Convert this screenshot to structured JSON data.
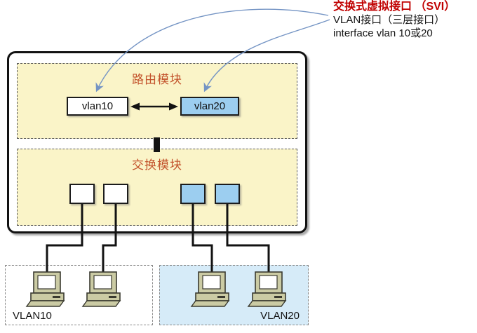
{
  "annotation": {
    "title": "交换式虚拟接口 （SVI）",
    "subtitle": "VLAN接口（三层接口）",
    "command": "interface vlan 10或20"
  },
  "switch": {
    "routing_module_label": "路由模块",
    "switching_module_label": "交换模块",
    "svi_interfaces": [
      {
        "label": "vlan10",
        "fill": "#FFFFFF"
      },
      {
        "label": "vlan20",
        "fill": "#9CCEF0"
      }
    ],
    "ports": [
      {
        "vlan": "10",
        "fill": "#FFFFFF"
      },
      {
        "vlan": "10",
        "fill": "#FFFFFF"
      },
      {
        "vlan": "20",
        "fill": "#9CCEF0"
      },
      {
        "vlan": "20",
        "fill": "#9CCEF0"
      }
    ]
  },
  "vlan_groups": [
    {
      "label": "VLAN10",
      "fill": "#FFFFFF",
      "computers": 2
    },
    {
      "label": "VLAN20",
      "fill": "#D6EBF8",
      "computers": 2
    }
  ],
  "icons": {
    "computer-icon": "desktop-pc",
    "annotation-arrow-icon": "curved-pointer-arrow",
    "bidirectional-arrow-icon": "double-headed-arrow"
  },
  "colors": {
    "title_red": "#C00000",
    "module_label": "#C3532C",
    "module_fill": "#FAF4C8",
    "svi_blue": "#9CCEF0",
    "group_blue": "#D6EBF8",
    "arrow_blue": "#7494C4",
    "wire_black": "#121212"
  }
}
